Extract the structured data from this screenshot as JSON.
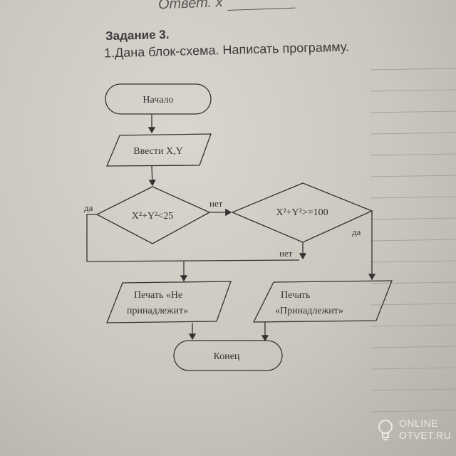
{
  "header": {
    "answer_label": "Ответ. x",
    "task_title": "Задание 3.",
    "task_text": "1.Дана блок-схема. Написать программу."
  },
  "flowchart": {
    "start": "Начало",
    "input": "Ввести  X,Y",
    "cond1": "X²+Y²<25",
    "cond2": "X²+Y²>=100",
    "yes1": "да",
    "no1": "нет",
    "yes2": "да",
    "no2": "нет",
    "print_not_line1": "Печать «Не",
    "print_not_line2": "принадлежит»",
    "print_in_line1": "Печать",
    "print_in_line2": "«Принадлежит»",
    "end": "Конец"
  },
  "watermark": {
    "line1": "ONLINE",
    "line2": "OTVET.RU"
  }
}
